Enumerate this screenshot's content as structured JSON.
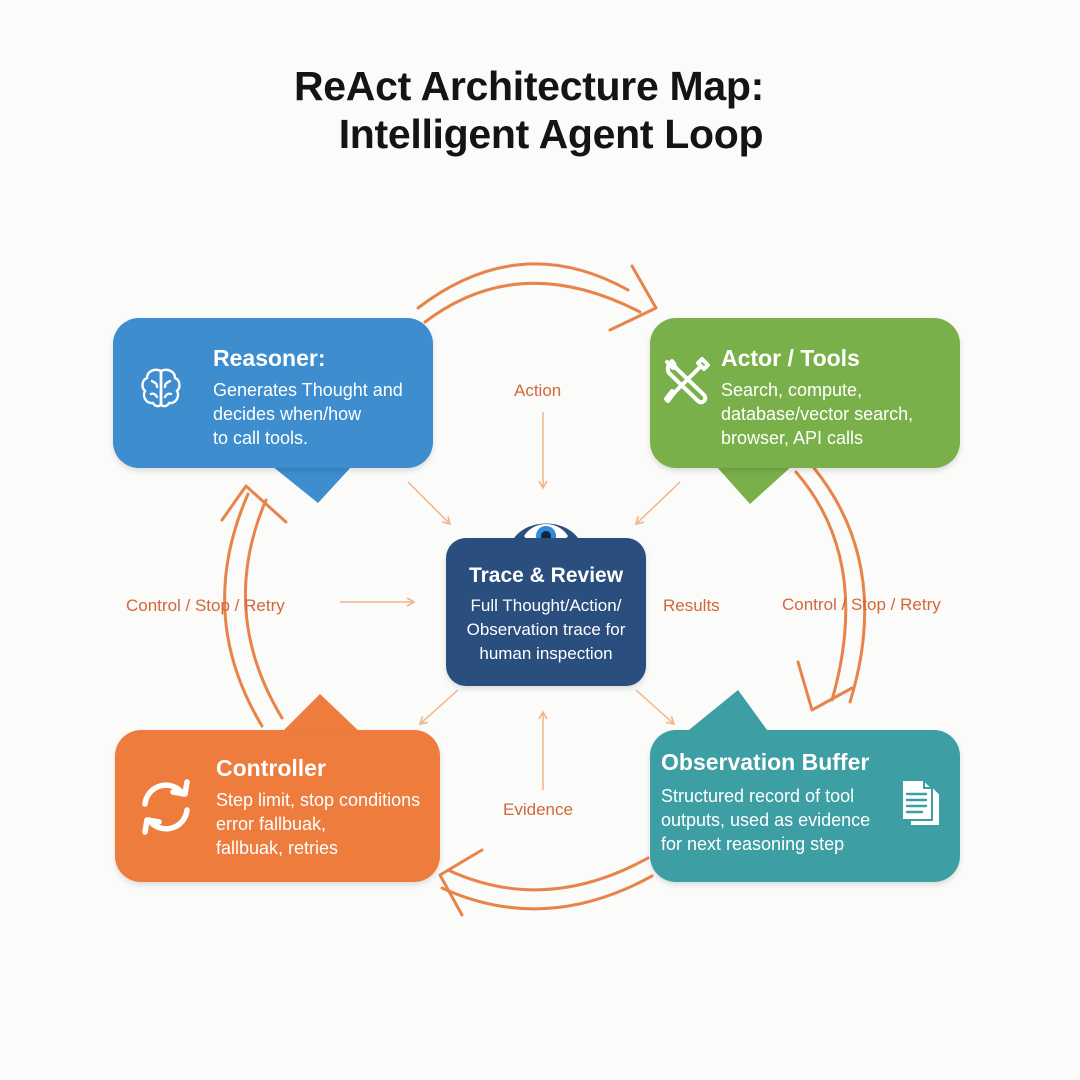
{
  "title": {
    "line1": "ReAct Architecture Map:",
    "line2": "Intelligent Agent Loop"
  },
  "nodes": {
    "reasoner": {
      "title": "Reasoner:",
      "desc": [
        "Generates Thought and",
        "decides when/how",
        "to call tools."
      ],
      "icon": "brain-icon",
      "color": "#3d8dcf"
    },
    "actor": {
      "title": "Actor / Tools",
      "desc": [
        "Search, compute,",
        "database/vector search,",
        "browser, API calls"
      ],
      "icon": "wrench-screwdriver-icon",
      "color": "#7ab04a"
    },
    "trace": {
      "title": "Trace & Review",
      "desc": [
        "Full Thought/Action/",
        "Observation trace for",
        "human inspection"
      ],
      "icon": "eye-icon",
      "color": "#2a4e7d"
    },
    "controller": {
      "title": "Controller",
      "desc": [
        "Step limit, stop conditions",
        "error fallbuak,",
        "fallbuak, retries"
      ],
      "icon": "refresh-icon",
      "color": "#ee7d3d"
    },
    "observation": {
      "title": "Observation Buffer",
      "desc": [
        "Structured record of tool",
        "outputs, used as evidence",
        "for next reasoning step"
      ],
      "icon": "document-icon",
      "color": "#3d9fa3"
    }
  },
  "edge_labels": {
    "action": "Action",
    "results": "Results",
    "evidence": "Evidence",
    "control_left": "Control / Stop / Retry",
    "control_right": "Control / Stop / Retry"
  },
  "colors": {
    "arrow": "#e8834a",
    "thin_arrow": "#f0b48a",
    "label": "#d2673a"
  }
}
